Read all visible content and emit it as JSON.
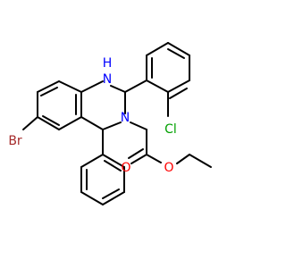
{
  "molecule": {
    "atoms": {
      "nh": "H",
      "n_amine_h": "N",
      "n_ring": "N",
      "cl": "Cl",
      "br": "Br",
      "o_ester": "O",
      "o_carbonyl": "O"
    },
    "colors": {
      "bond": "#000000",
      "nitrogen": "#0000ff",
      "oxygen": "#ff0000",
      "chlorine": "#00a000",
      "bromine": "#a52a2a"
    }
  }
}
